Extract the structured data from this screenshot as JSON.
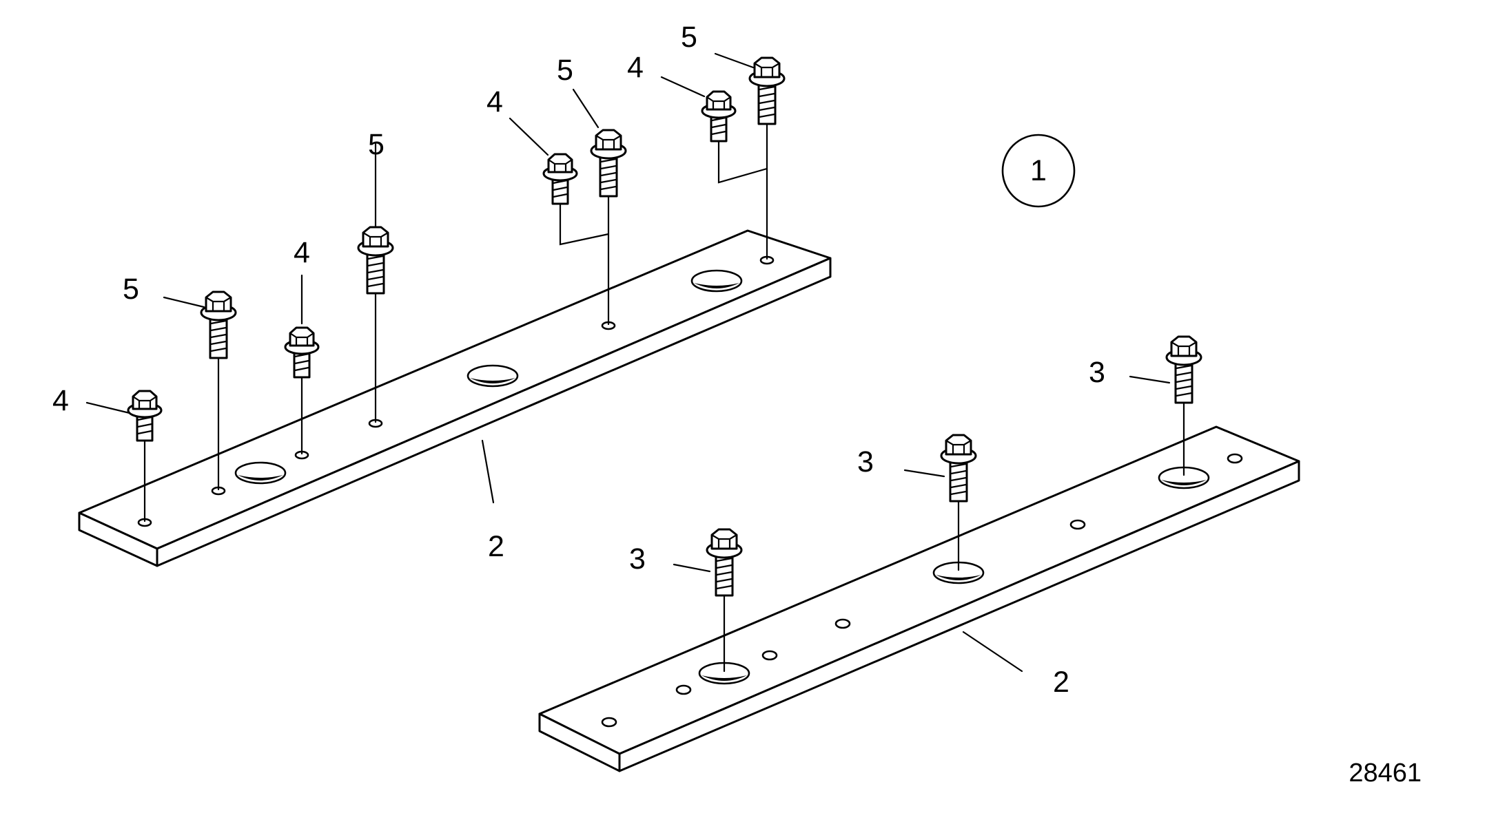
{
  "figure": {
    "callout_circle": "1",
    "drawing_number": "28461",
    "labels": {
      "plate_upper": "2",
      "plate_lower": "2",
      "bolt_4_a": "4",
      "bolt_5_a": "5",
      "bolt_4_b": "4",
      "bolt_5_b": "5",
      "bolt_4_c": "4",
      "bolt_5_c": "5",
      "bolt_4_d": "4",
      "bolt_5_d": "5",
      "bolt_3_a": "3",
      "bolt_3_b": "3",
      "bolt_3_c": "3"
    }
  },
  "colors": {
    "ink": "#000000",
    "paper": "#ffffff"
  }
}
